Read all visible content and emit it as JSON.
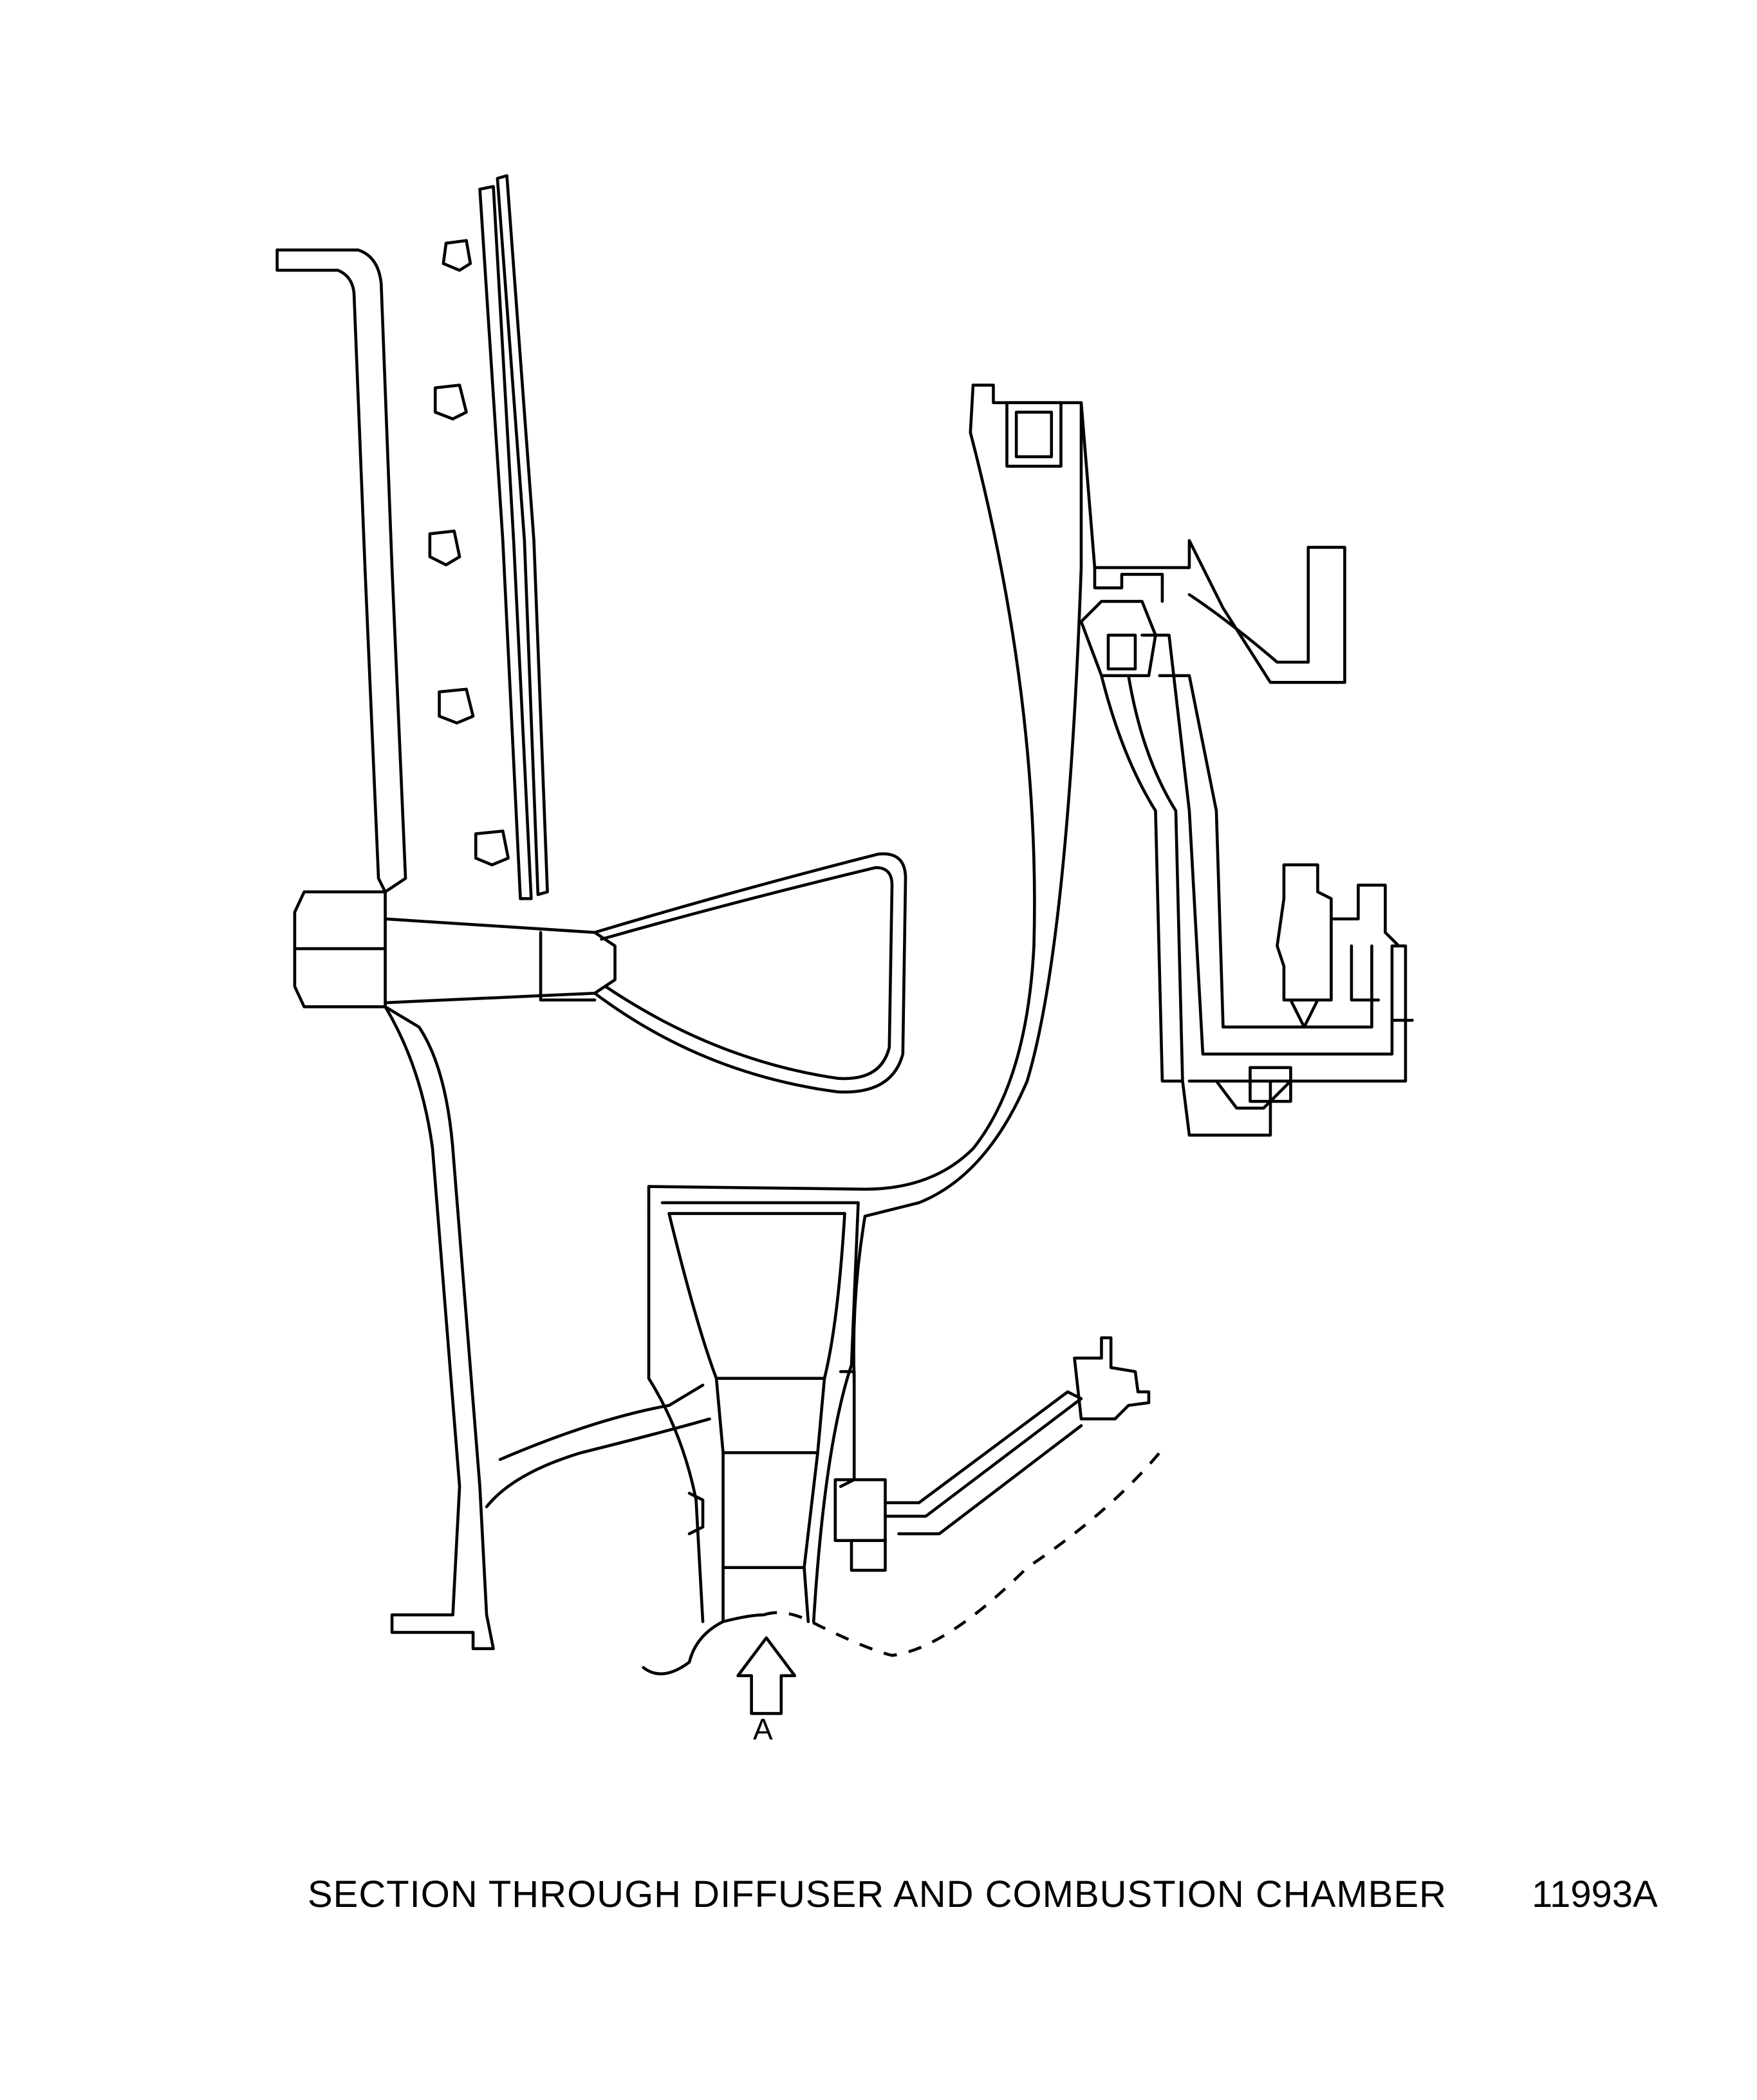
{
  "diagram": {
    "caption": "SECTION THROUGH DIFFUSER AND COMBUSTION CHAMBER",
    "figure_number": "11993A",
    "arrow_label": "A",
    "line_color": "#000000",
    "background_color": "#ffffff"
  }
}
